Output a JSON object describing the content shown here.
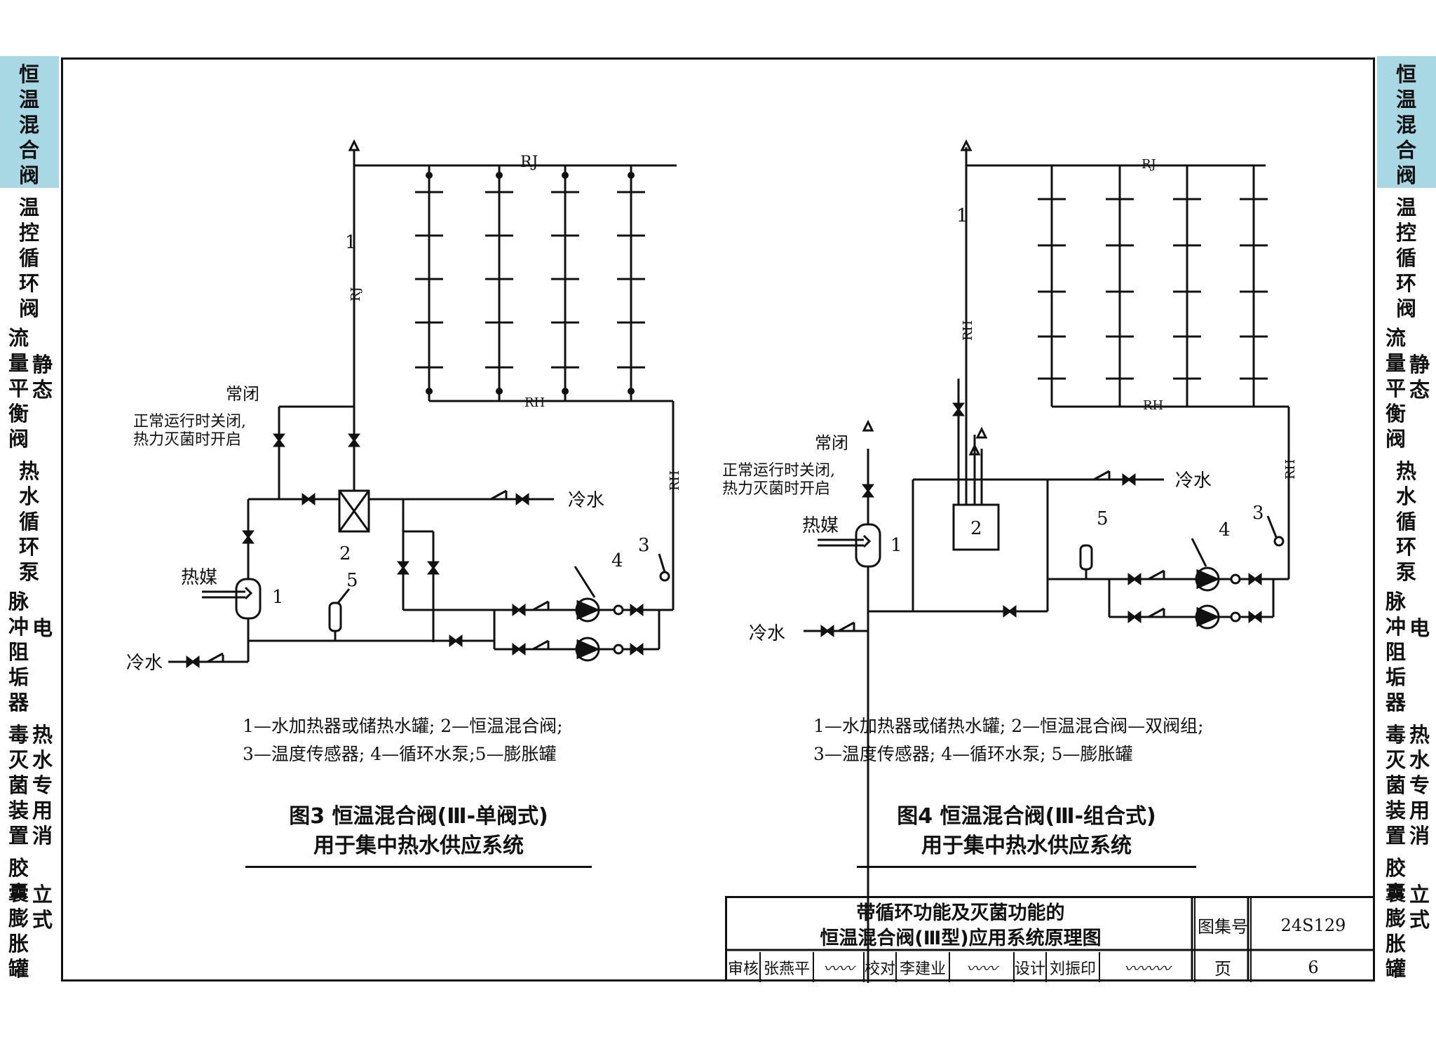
{
  "side_tabs": [
    {
      "id": "thermostatic-mixing-valve",
      "active": true,
      "columns": [
        [
          "恒",
          "温",
          "混",
          "合",
          "阀"
        ]
      ]
    },
    {
      "id": "temp-control-circulation-valve",
      "active": false,
      "columns": [
        [
          "温",
          "控",
          "循",
          "环",
          "阀"
        ]
      ]
    },
    {
      "id": "static-flow-balance-valve",
      "active": false,
      "columns": [
        [
          "流",
          "量",
          "平",
          "衡",
          "阀"
        ],
        [
          "静",
          "态"
        ]
      ]
    },
    {
      "id": "hot-water-circulation-pump",
      "active": false,
      "columns": [
        [
          "热",
          "水",
          "循",
          "环",
          "泵"
        ]
      ]
    },
    {
      "id": "electronic-pulse-descaler",
      "active": false,
      "columns": [
        [
          "脉",
          "冲",
          "阻",
          "垢",
          "器"
        ],
        [
          "电"
        ]
      ]
    },
    {
      "id": "hot-water-disinfection-device",
      "active": false,
      "columns": [
        [
          "毒",
          "灭",
          "菌",
          "装",
          "置"
        ],
        [
          "热",
          "水",
          "专",
          "用",
          "消"
        ]
      ]
    },
    {
      "id": "vertical-bladder-expansion-tank",
      "active": false,
      "columns": [
        [
          "胶",
          "囊",
          "膨",
          "胀",
          "罐"
        ],
        [
          "立",
          "式"
        ]
      ]
    }
  ],
  "figure3": {
    "labels": {
      "rj_top": "RJ",
      "rj_riser": "RJ",
      "rh_return": "RH",
      "rh_right": "RH",
      "n1_riser": "1",
      "n1_heater": "1",
      "n2": "2",
      "n3": "3",
      "n4": "4",
      "n5": "5",
      "normally_closed": "常闭",
      "note_line1": "正常运行时关闭,",
      "note_line2": "热力灭菌时开启",
      "heat_medium": "热媒",
      "cold_water_in": "冷水",
      "cold_water_right": "冷水"
    },
    "legend": [
      "1—水加热器或储热水罐; 2—恒温混合阀;",
      "3—温度传感器; 4—循环水泵;5—膨胀罐"
    ],
    "title_line1": "图3  恒温混合阀(Ⅲ-单阀式)",
    "title_line2": "用于集中热水供应系统"
  },
  "figure4": {
    "labels": {
      "rj_top": "RJ",
      "rh_riser": "RH",
      "rh_return": "RH",
      "rh_right": "RH",
      "n1_riser": "1",
      "n1_heater": "1",
      "n2": "2",
      "n3": "3",
      "n4": "4",
      "n5": "5",
      "normally_closed": "常闭",
      "note_line1": "正常运行时关闭,",
      "note_line2": "热力灭菌时开启",
      "heat_medium": "热媒",
      "cold_water_in": "冷水",
      "cold_water_right": "冷水"
    },
    "legend": [
      "1—水加热器或储热水罐; 2—恒温混合阀—双阀组;",
      "3—温度传感器; 4—循环水泵; 5—膨胀罐"
    ],
    "title_line1": "图4  恒温混合阀(Ⅲ-组合式)",
    "title_line2": "用于集中热水供应系统"
  },
  "title_block": {
    "title_line1": "带循环功能及灭菌功能的",
    "title_line2": "恒温混合阀(Ⅲ型)应用系统原理图",
    "atlas_label": "图集号",
    "atlas_no": "24S129",
    "page_label": "页",
    "page_no": "6",
    "review_label": "审核",
    "reviewer": "张燕平",
    "check_label": "校对",
    "checker": "李建业",
    "design_label": "设计",
    "designer": "刘振印"
  }
}
